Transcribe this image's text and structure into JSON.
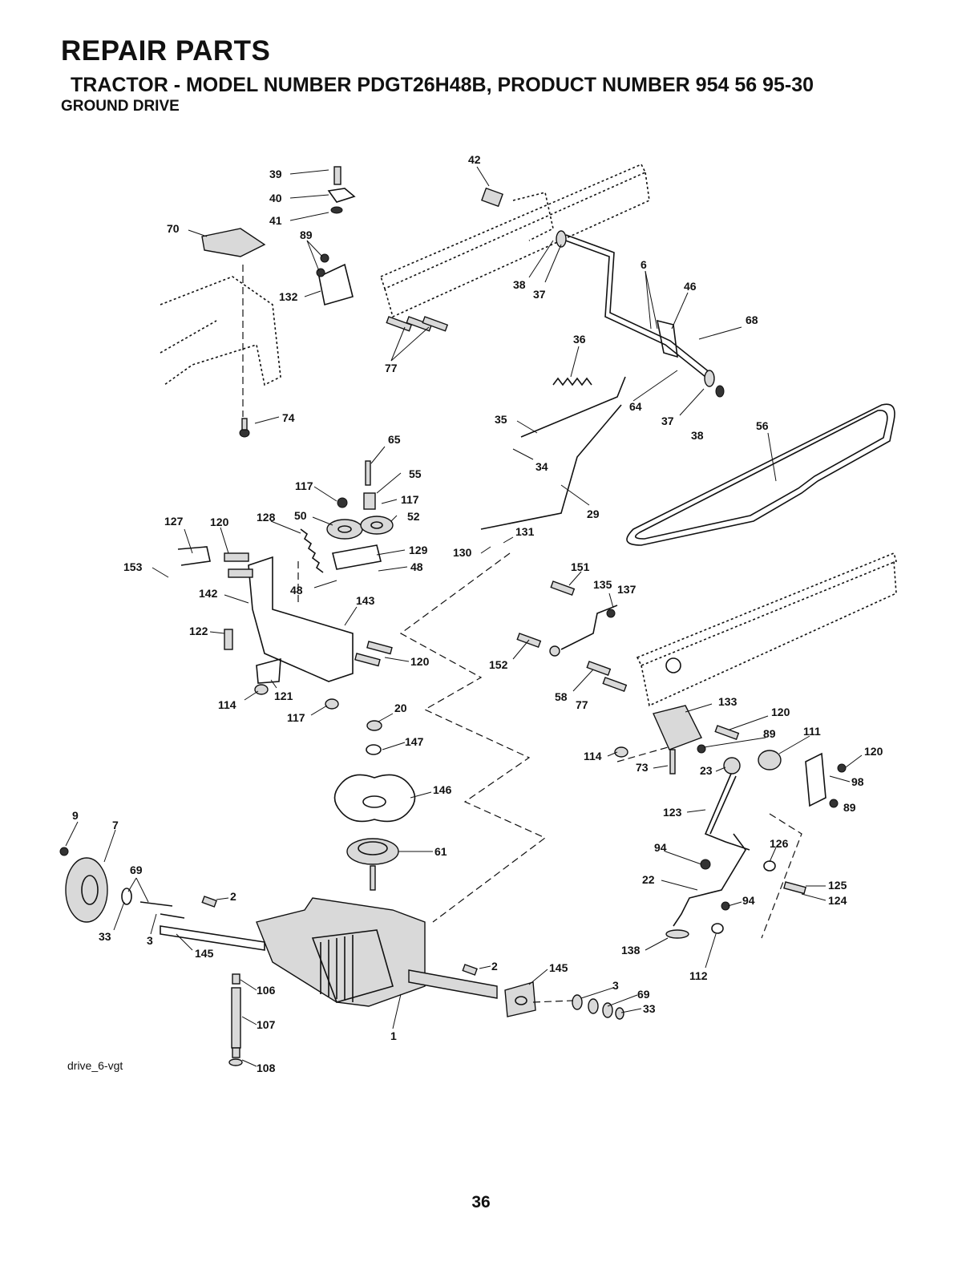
{
  "header": {
    "title": "REPAIR PARTS",
    "subtitle": "TRACTOR - MODEL NUMBER PDGT26H48B, PRODUCT NUMBER 954 56 95-30",
    "section": "GROUND DRIVE"
  },
  "diagram": {
    "drawing_code": "drive_6-vgt",
    "callouts": [
      "39",
      "40",
      "41",
      "42",
      "70",
      "89",
      "132",
      "77",
      "38",
      "37",
      "6",
      "46",
      "68",
      "36",
      "64",
      "37",
      "38",
      "56",
      "35",
      "34",
      "29",
      "74",
      "65",
      "55",
      "117",
      "117",
      "50",
      "52",
      "127",
      "120",
      "128",
      "129",
      "153",
      "48",
      "48",
      "131",
      "130",
      "142",
      "143",
      "122",
      "120",
      "114",
      "121",
      "117",
      "151",
      "135",
      "137",
      "152",
      "58",
      "77",
      "133",
      "120",
      "89",
      "111",
      "114",
      "73",
      "23",
      "120",
      "98",
      "89",
      "123",
      "20",
      "147",
      "146",
      "61",
      "94",
      "126",
      "22",
      "94",
      "125",
      "124",
      "138",
      "112",
      "9",
      "7",
      "69",
      "2",
      "33",
      "3",
      "145",
      "2",
      "145",
      "3",
      "69",
      "33",
      "106",
      "107",
      "1",
      "108"
    ]
  },
  "footer": {
    "page_number": "36"
  }
}
